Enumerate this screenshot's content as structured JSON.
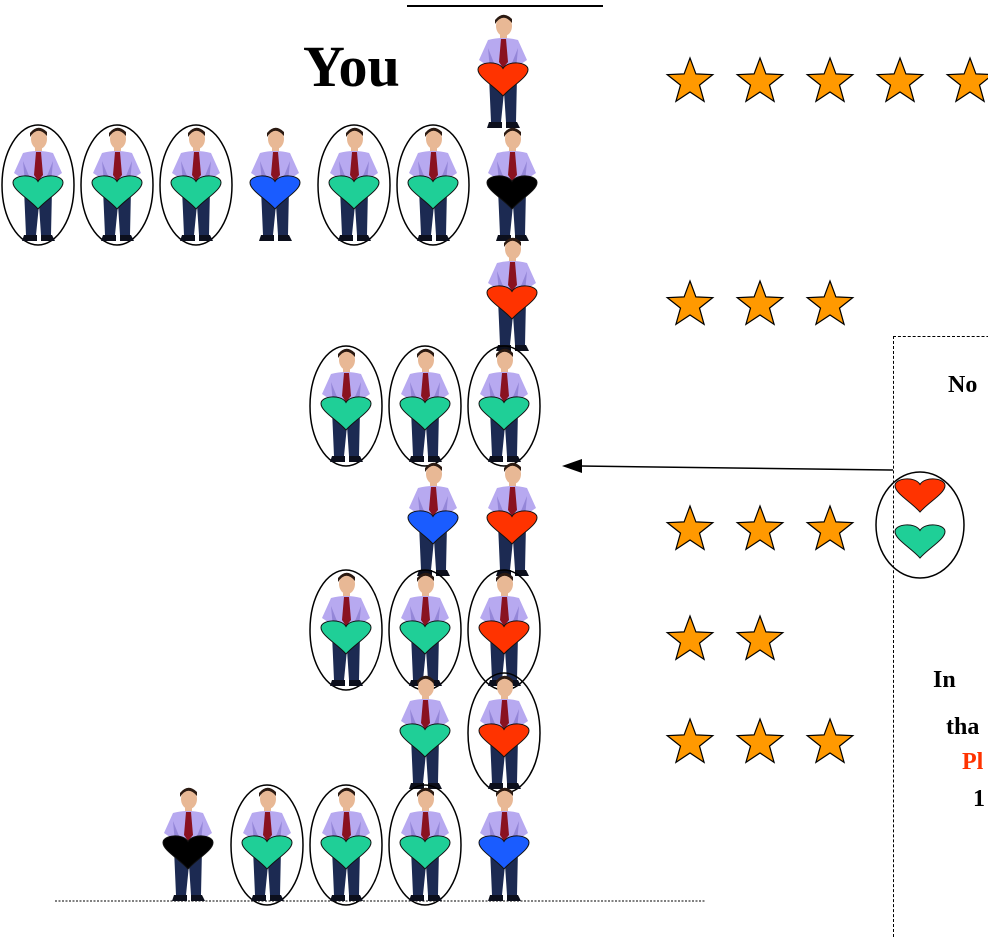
{
  "labels": {
    "you": "You",
    "note_heading": "No",
    "note_line1": "In",
    "note_line2": "tha",
    "note_line3": "Pl",
    "note_line4": "1"
  },
  "colors": {
    "red_heart": "#ff3300",
    "teal_heart": "#1fcf97",
    "blue_heart": "#1a5cff",
    "black_heart": "#000000",
    "star_fill": "#ff9900",
    "note_highlight": "#ff3300",
    "shirt": "#b7a9f0",
    "pants": "#1c2a52",
    "tie": "#8a1220",
    "skin": "#e8b895"
  },
  "rows": [
    {
      "people": [
        {
          "heart": "red",
          "circled": false
        }
      ],
      "stars": 5
    },
    {
      "people": [
        {
          "heart": "teal",
          "circled": true
        },
        {
          "heart": "teal",
          "circled": true
        },
        {
          "heart": "teal",
          "circled": true
        },
        {
          "heart": "blue",
          "circled": false
        },
        {
          "heart": "teal",
          "circled": true
        },
        {
          "heart": "teal",
          "circled": true
        },
        {
          "heart": "black",
          "circled": false
        }
      ],
      "stars": 0
    },
    {
      "people": [
        {
          "heart": "red",
          "circled": false
        }
      ],
      "stars": 3
    },
    {
      "people": [
        {
          "heart": "teal",
          "circled": true
        },
        {
          "heart": "teal",
          "circled": true
        },
        {
          "heart": "teal",
          "circled": true
        }
      ],
      "stars": 0
    },
    {
      "people": [
        {
          "heart": "blue",
          "circled": false
        },
        {
          "heart": "red",
          "circled": false
        }
      ],
      "stars": 3
    },
    {
      "people": [
        {
          "heart": "teal",
          "circled": true
        },
        {
          "heart": "teal",
          "circled": true
        },
        {
          "heart": "red",
          "circled": true
        }
      ],
      "stars": 2
    },
    {
      "people": [
        {
          "heart": "teal",
          "circled": false
        },
        {
          "heart": "red",
          "circled": true
        }
      ],
      "stars": 3
    },
    {
      "people": [
        {
          "heart": "black",
          "circled": false
        },
        {
          "heart": "teal",
          "circled": true
        },
        {
          "heart": "teal",
          "circled": true
        },
        {
          "heart": "teal",
          "circled": true
        },
        {
          "heart": "blue",
          "circled": false
        }
      ],
      "stars": 0
    }
  ],
  "legend_hearts": [
    "red",
    "teal"
  ]
}
